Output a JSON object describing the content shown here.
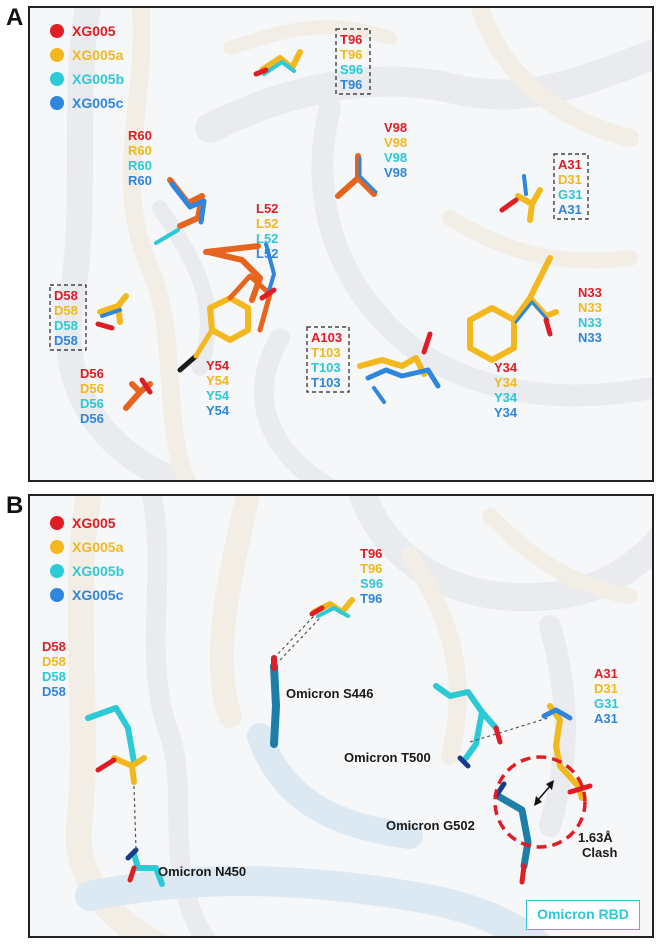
{
  "panels": {
    "a": {
      "letter": "A"
    },
    "b": {
      "letter": "B"
    }
  },
  "colors": {
    "XG005": "#e01c24",
    "XG005a": "#f2b81d",
    "XG005b": "#2cc9d6",
    "XG005c": "#2e86de",
    "omicron": "#2cc9d6"
  },
  "legend": [
    "XG005",
    "XG005a",
    "XG005b",
    "XG005c"
  ],
  "panel_a_residues": {
    "t96": [
      "T96",
      "T96",
      "S96",
      "T96"
    ],
    "r60": [
      "R60",
      "R60",
      "R60",
      "R60"
    ],
    "v98": [
      "V98",
      "V98",
      "V98",
      "V98"
    ],
    "a31": [
      "A31",
      "D31",
      "G31",
      "A31"
    ],
    "l52": [
      "L52",
      "L52",
      "L52",
      "L52"
    ],
    "d58": [
      "D58",
      "D58",
      "D58",
      "D58"
    ],
    "n33": [
      "N33",
      "N33",
      "N33",
      "N33"
    ],
    "a103": [
      "A103",
      "T103",
      "T103",
      "T103"
    ],
    "y54": [
      "Y54",
      "Y54",
      "Y54",
      "Y54"
    ],
    "y34": [
      "Y34",
      "Y34",
      "Y34",
      "Y34"
    ],
    "d56": [
      "D56",
      "D56",
      "D56",
      "D56"
    ]
  },
  "panel_b_residues": {
    "t96": [
      "T96",
      "T96",
      "S96",
      "T96"
    ],
    "d58": [
      "D58",
      "D58",
      "D58",
      "D58"
    ],
    "a31": [
      "A31",
      "D31",
      "G31",
      "A31"
    ]
  },
  "panel_b_labels": {
    "s446": "Omicron S446",
    "t500": "Omicron T500",
    "g502": "Omicron G502",
    "n450": "Omicron N450",
    "clash_distance": "1.63Å",
    "clash_word": "Clash",
    "rbd": "Omicron RBD"
  }
}
